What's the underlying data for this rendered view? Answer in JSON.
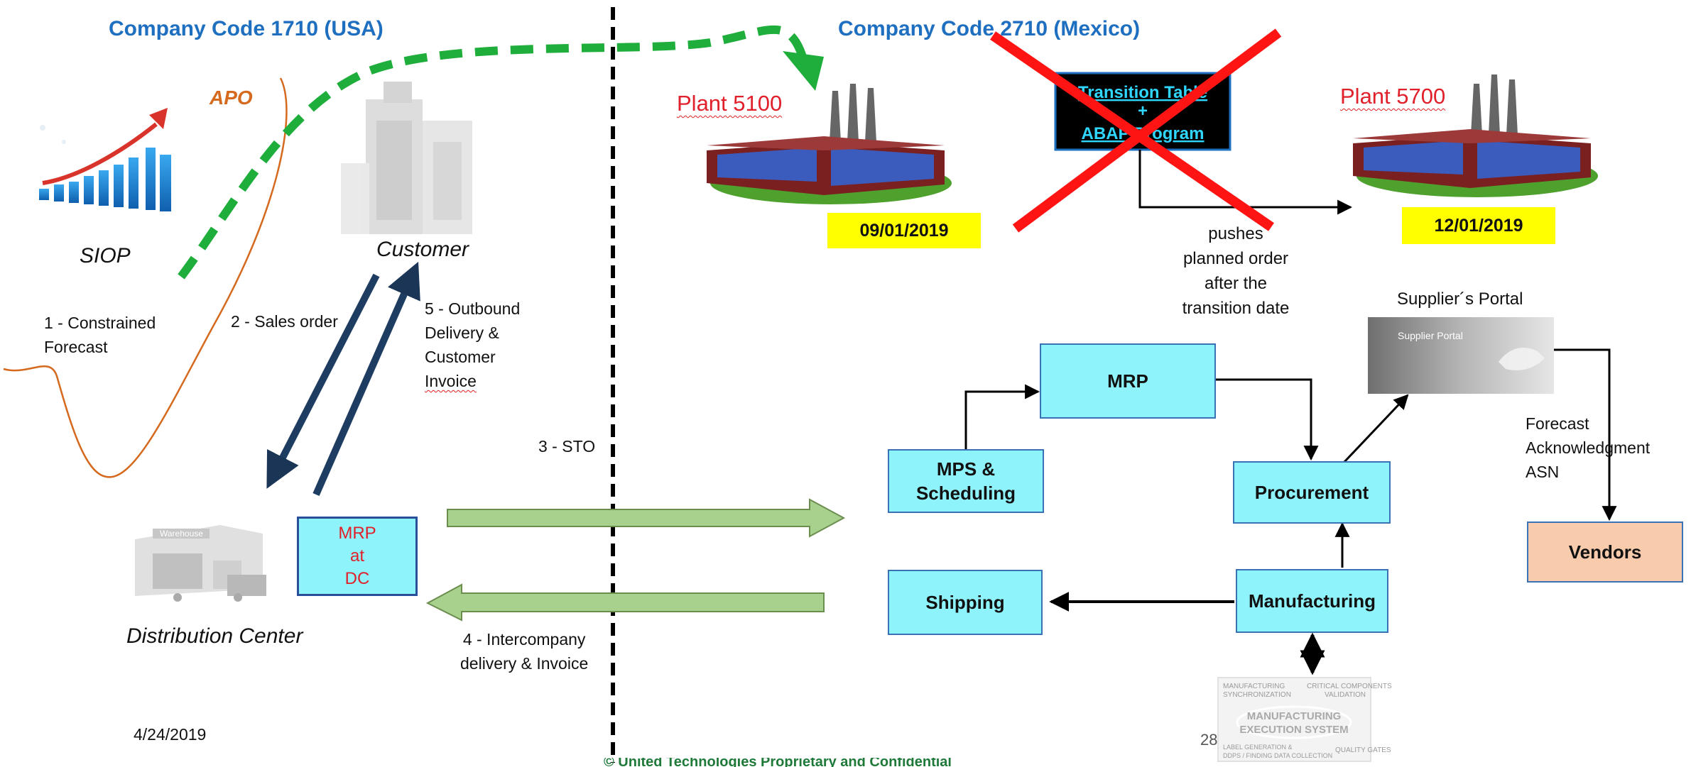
{
  "headers": {
    "left": "Company Code  1710 (USA)",
    "right": "Company Code  2710 (Mexico)"
  },
  "left": {
    "apo": "APO",
    "siop": "SIOP",
    "customer": "Customer",
    "distribution_center": "Distribution Center",
    "mrp_at_dc": [
      "MRP",
      "at",
      "DC"
    ],
    "step1": [
      "1 - Constrained",
      "Forecast"
    ],
    "step2": "2 - Sales order",
    "step5": [
      "5 - Outbound",
      "Delivery  &",
      "Customer",
      "Invoice"
    ],
    "step3": "3 - STO",
    "step4": [
      "4 - Intercompany",
      "delivery & Invoice"
    ],
    "date_footer": "4/24/2019",
    "warehouse_sign": "Warehouse"
  },
  "right": {
    "plant1": "Plant 5100",
    "plant1_date": "09/01/2019",
    "plant2": "Plant 5700",
    "plant2_date": "12/01/2019",
    "transition": [
      "Transition Table",
      "+",
      "ABAP Program"
    ],
    "pushes": [
      "pushes",
      "planned order",
      "after the",
      "transition date"
    ],
    "suppliers_portal": "Supplier´s Portal",
    "portal_screen": "Supplier Portal",
    "forecast_text": [
      "Forecast",
      "Acknowledgment",
      "ASN"
    ],
    "page_number": "28",
    "footer": "© United Technologies  Proprietary and Confidential",
    "mes_texts": [
      "MANUFACTURING",
      "SYNCHRONIZATION",
      "CRITICAL COMPONENTS",
      "VALIDATION",
      "MANUFACTURING",
      "EXECUTION SYSTEM",
      "LABEL GENERATION &",
      "DDPS / FINDING DATA COLLECTION",
      "QUALITY GATES"
    ]
  },
  "process_boxes": {
    "mrp": "MRP",
    "mps": [
      "MPS &",
      "Scheduling"
    ],
    "procurement": "Procurement",
    "manufacturing": "Manufacturing",
    "shipping": "Shipping",
    "vendors": "Vendors"
  },
  "colors": {
    "header_blue": "#1f6fc0",
    "box_cyan": "#8ff3fb",
    "box_border": "#3a73b5",
    "vendors_fill": "#f8cbad",
    "date_yellow": "#ffff00",
    "cross_red": "#ff1414",
    "dash_green": "#1fae3b",
    "block_arrow_green": "#a9d18e",
    "apo_orange": "#d56a1f"
  }
}
